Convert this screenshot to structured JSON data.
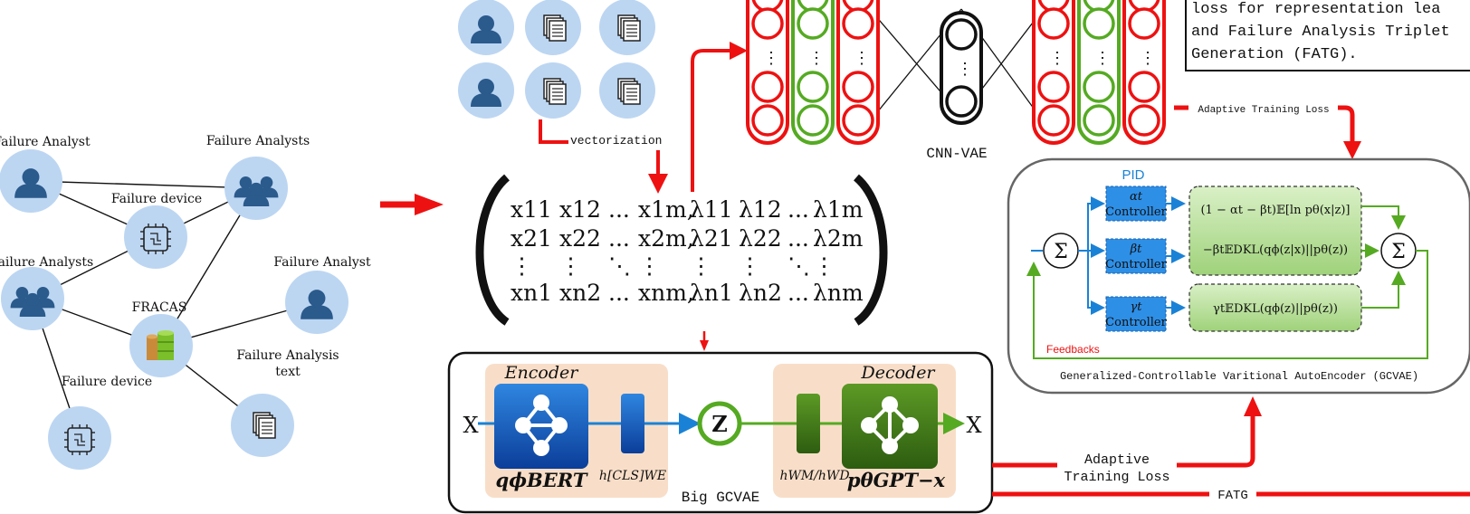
{
  "graph": {
    "labels": {
      "analyst_top": "Failure Analyst",
      "analysts_top_right": "Failure Analysts",
      "device_top": "Failure device",
      "analysts_left": "Failure Analysts",
      "analyst_right": "Failure Analyst",
      "fracas": "FRACAS",
      "fa_text_line1": "Failure Analysis",
      "fa_text_line2": "text",
      "device_bottom": "Failure device"
    }
  },
  "vectorization_label": "vectorization",
  "matrix": {
    "rows": [
      [
        "x11",
        "x12",
        "...",
        "x1m,",
        "λ11",
        "λ12",
        "...",
        "λ1m"
      ],
      [
        "x21",
        "x22",
        "...",
        "x2m,",
        "λ21",
        "λ22",
        "...",
        "λ2m"
      ],
      [
        "⋮",
        "⋮",
        "⋱",
        "⋮",
        "⋮",
        "⋮",
        "⋱",
        "⋮"
      ],
      [
        "xn1",
        "xn2",
        "...",
        "xnm,",
        "λn1",
        "λn2",
        "...",
        "λnm"
      ]
    ]
  },
  "cnn_vae": {
    "label": "CNN-VAE"
  },
  "adaptive_loss_top": "Adaptive Training Loss",
  "description_box": {
    "line1": "loss for representation lea",
    "line2": "and Failure Analysis Triplet",
    "line3": "Generation (FATG)."
  },
  "gcvae": {
    "pid_label": "PID",
    "alpha_controller": {
      "symbol": "αt",
      "label": "Controller"
    },
    "beta_controller": {
      "symbol": "βt",
      "label": "Controller"
    },
    "gamma_controller": {
      "symbol": "γt",
      "label": "Controller"
    },
    "term1": "(1 − αt − βt)𝔼[ln pθ(x|z)]",
    "term2": "−βt𝔼DKL(qϕ(z|x)||pθ(z))",
    "term3": "γt𝔼DKL(qϕ(z)||pθ(z))",
    "sum_symbol": "Σ",
    "feedbacks_label": "Feedbacks",
    "caption": "Generalized-Controllable Varitional AutoEncoder (GCVAE)"
  },
  "big_gcvae": {
    "encoder_label": "Encoder",
    "decoder_label": "Decoder",
    "input_x": "X",
    "output_x": "X",
    "z_label": "Z",
    "q_label": "qϕBERT",
    "h_label": "h[CLS]WE",
    "hw_label": "hWM/hWD",
    "p_label": "pθGPT−x",
    "caption": "Big GCVAE"
  },
  "adaptive_loss_bottom": {
    "line1": "Adaptive",
    "line2": "Training Loss"
  },
  "fatg_label": "FATG",
  "colors": {
    "red": "#ee1111",
    "green": "#55aa22",
    "blue": "#1a82d6",
    "node_bg": "#bcd6f2",
    "controller": "#2e8fe6",
    "term_bg": "#b9dfa0"
  }
}
